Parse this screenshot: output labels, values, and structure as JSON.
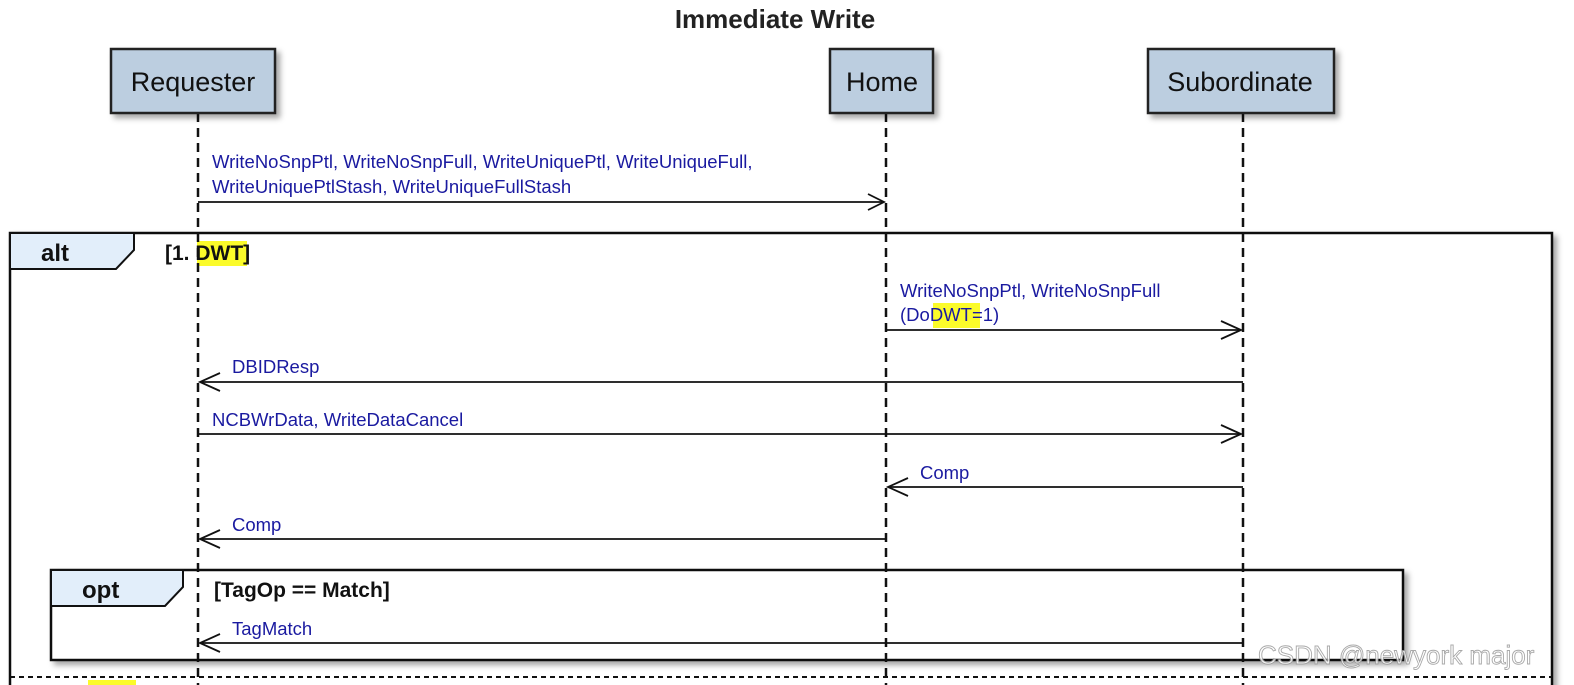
{
  "title": "Immediate Write",
  "participants": [
    {
      "id": "requester",
      "label": "Requester"
    },
    {
      "id": "home",
      "label": "Home"
    },
    {
      "id": "subordinate",
      "label": "Subordinate"
    }
  ],
  "messages": [
    {
      "id": "write-request",
      "from": "requester",
      "to": "home",
      "lines": [
        "WriteNoSnpPtl, WriteNoSnpFull, WriteUniquePtl, WriteUniqueFull,",
        "WriteUniquePtlStash, WriteUniqueFullStash"
      ]
    },
    {
      "id": "write-dwt",
      "from": "home",
      "to": "subordinate",
      "line1": "WriteNoSnpPtl, WriteNoSnpFull",
      "line2_pre": "(Do",
      "line2_hl": "DWT",
      "line2_post": "=1)"
    },
    {
      "id": "dbidresp",
      "from": "subordinate",
      "to": "requester",
      "lines": [
        "DBIDResp"
      ]
    },
    {
      "id": "wrdata",
      "from": "requester",
      "to": "subordinate",
      "lines": [
        "NCBWrData, WriteDataCancel"
      ]
    },
    {
      "id": "comp-sub-home",
      "from": "subordinate",
      "to": "home",
      "lines": [
        "Comp"
      ]
    },
    {
      "id": "comp-home-req",
      "from": "home",
      "to": "requester",
      "lines": [
        "Comp"
      ]
    },
    {
      "id": "tagmatch",
      "from": "subordinate",
      "to": "requester",
      "lines": [
        "TagMatch"
      ]
    }
  ],
  "alt_frame": {
    "kind": "alt",
    "guard_pre": "[1. ",
    "guard_hl": "DWT",
    "guard_post": "]"
  },
  "opt_frame": {
    "kind": "opt",
    "guard": "[TagOp == Match]"
  },
  "watermark": "CSDN @newyork major",
  "colors": {
    "participant_fill": "#bccee0",
    "frame_tab": "#e2eefa",
    "message_text": "#1a1aa0",
    "highlight": "#fbfb2a"
  }
}
